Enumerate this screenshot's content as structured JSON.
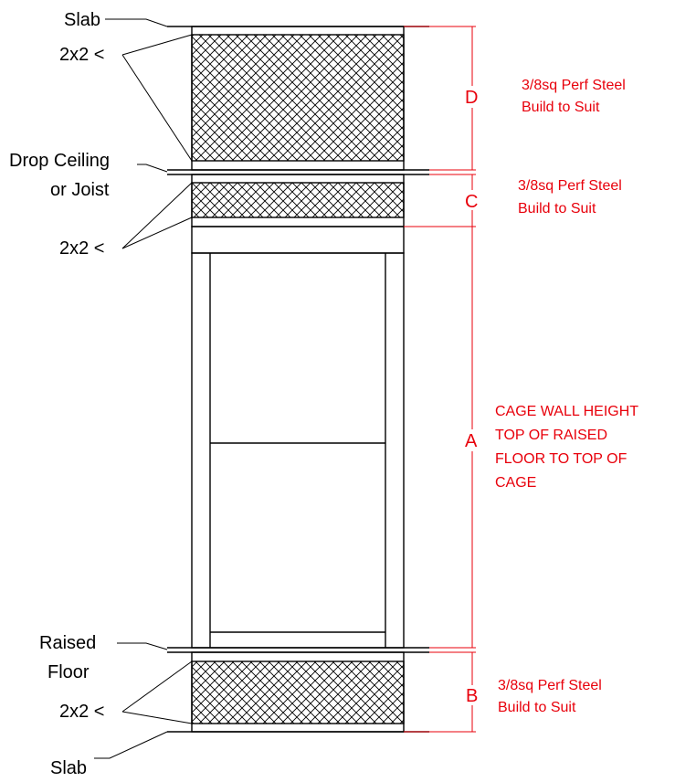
{
  "labels": {
    "slab_top": "Slab",
    "twobytwo_top": "2x2 <",
    "drop_ceiling_line1": "Drop Ceiling",
    "drop_ceiling_line2": "or Joist",
    "twobytwo_mid": "2x2 <",
    "raised_floor_line1": "Raised",
    "raised_floor_line2": "Floor",
    "twobytwo_bottom": "2x2 <",
    "slab_bottom": "Slab"
  },
  "dimensions": {
    "D": {
      "letter": "D",
      "note_line1": "3/8sq Perf Steel",
      "note_line2": "Build to Suit"
    },
    "C": {
      "letter": "C",
      "note_line1": "3/8sq Perf Steel",
      "note_line2": "Build to Suit"
    },
    "A": {
      "letter": "A",
      "note_line1": "CAGE WALL HEIGHT",
      "note_line2": "TOP OF RAISED",
      "note_line3": "FLOOR TO TOP OF",
      "note_line4": "CAGE"
    },
    "B": {
      "letter": "B",
      "note_line1": "3/8sq Perf Steel",
      "note_line2": "Build to Suit"
    }
  },
  "colors": {
    "line": "#000000",
    "dimension": "#e8000b",
    "background": "#ffffff"
  }
}
